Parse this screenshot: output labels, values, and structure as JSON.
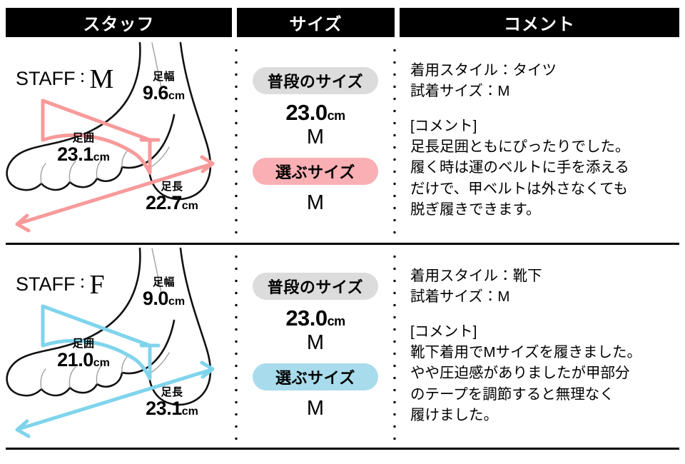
{
  "header": {
    "columns": [
      {
        "label": "スタッフ",
        "name": "staff"
      },
      {
        "label": "サイズ",
        "name": "size"
      },
      {
        "label": "コメント",
        "name": "comment"
      }
    ]
  },
  "colors": {
    "accent_pink": "#F89A9A",
    "accent_blue": "#7FD4EC",
    "pill_gray": "#DCDCDC",
    "pill_pink": "#F9AFB4",
    "pill_blue": "#A8DCEC",
    "header_bg": "#000000",
    "header_text": "#FFFFFF",
    "text": "#000000"
  },
  "labels": {
    "staff_prefix": "STAFF",
    "colon": "：",
    "measure_width": "足幅",
    "measure_girth": "足囲",
    "measure_length": "足長",
    "unit_cm": "cm",
    "pill_usual": "普段のサイズ",
    "pill_choose": "選ぶサイズ"
  },
  "rows": [
    {
      "staff": {
        "code": "M",
        "accent": "#F89A9A",
        "measurements": {
          "width": {
            "name": "足幅",
            "value": "9.6",
            "unit": "cm"
          },
          "girth": {
            "name": "足囲",
            "value": "23.1",
            "unit": "cm"
          },
          "length": {
            "name": "足長",
            "value": "22.7",
            "unit": "cm"
          }
        }
      },
      "size": {
        "usual_pill": "普段のサイズ",
        "usual_cm": "23.0",
        "usual_cm_unit": "cm",
        "usual_letter": "M",
        "choose_pill": "選ぶサイズ",
        "choose_letter": "M",
        "choose_pill_color": "#F9AFB4",
        "usual_pill_color": "#DCDCDC"
      },
      "comment": {
        "style_line": "着用スタイル：タイツ",
        "fit_size_line": "試着サイズ：M",
        "comment_heading": "[コメント]",
        "body_lines": [
          "足長足囲ともにぴったりでした。",
          "履く時は運のベルトに手を添える",
          "だけで、甲ベルトは外さなくても",
          "脱ぎ履きできます。"
        ]
      }
    },
    {
      "staff": {
        "code": "F",
        "accent": "#7FD4EC",
        "measurements": {
          "width": {
            "name": "足幅",
            "value": "9.0",
            "unit": "cm"
          },
          "girth": {
            "name": "足囲",
            "value": "21.0",
            "unit": "cm"
          },
          "length": {
            "name": "足長",
            "value": "23.1",
            "unit": "cm"
          }
        }
      },
      "size": {
        "usual_pill": "普段のサイズ",
        "usual_cm": "23.0",
        "usual_cm_unit": "cm",
        "usual_letter": "M",
        "choose_pill": "選ぶサイズ",
        "choose_letter": "M",
        "choose_pill_color": "#A8DCEC",
        "usual_pill_color": "#DCDCDC"
      },
      "comment": {
        "style_line": "着用スタイル：靴下",
        "fit_size_line": "試着サイズ：M",
        "comment_heading": "[コメント]",
        "body_lines": [
          "靴下着用でMサイズを履きました。",
          "やや圧迫感がありましたが甲部分",
          "のテープを調節すると無理なく",
          "履けました。"
        ]
      }
    }
  ]
}
